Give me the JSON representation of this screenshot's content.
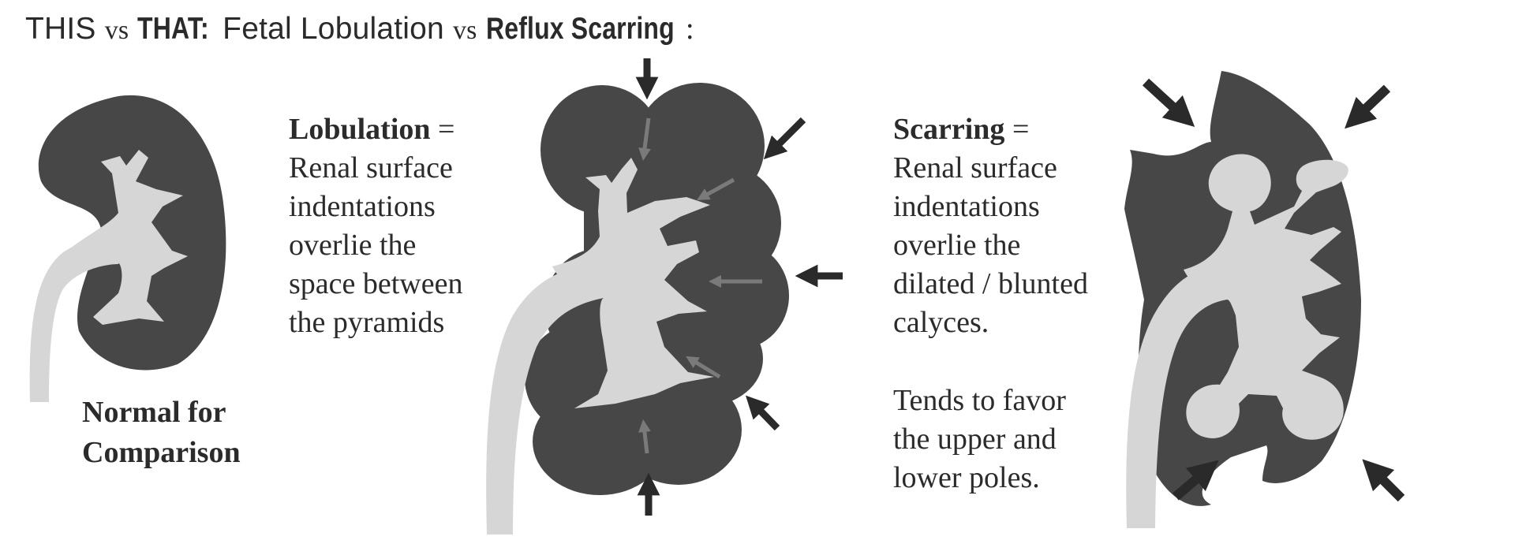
{
  "title": {
    "this": "THIS",
    "vs1": "vs",
    "that": "THAT:",
    "topic_a": "Fetal Lobulation",
    "vs2": "vs",
    "topic_b": "Reflux Scarring",
    "colon": ":"
  },
  "normal": {
    "line1": "Normal for",
    "line2": "Comparison"
  },
  "lobulation": {
    "term": "Lobulation",
    "eq": "=",
    "lines": [
      "Renal surface",
      "indentations",
      "overlie the",
      "space between",
      "the pyramids"
    ]
  },
  "scarring": {
    "term": "Scarring",
    "eq": "=",
    "lines": [
      "Renal surface",
      "indentations",
      "overlie the",
      "dilated / blunted",
      "calyces."
    ],
    "note": [
      "Tends to favor",
      "the upper and",
      "lower poles."
    ]
  },
  "colors": {
    "parenchyma": "#474747",
    "collecting_system": "#d6d6d6",
    "arrow_dark": "#2a2a2a",
    "arrow_gray": "#7a7a7a"
  }
}
